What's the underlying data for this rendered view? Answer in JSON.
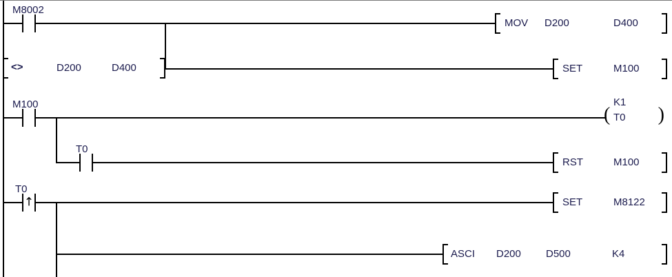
{
  "diagram": {
    "title": "PLC Ladder Logic Program",
    "type": "ladder-diagram",
    "colors": {
      "wire": "#000000",
      "text": "#1a1a4d",
      "background": "#ffffff",
      "border": "#777777"
    }
  },
  "rungs": [
    {
      "id": "rung-1",
      "contacts": [
        {
          "name": "M8002",
          "type": "normally-open"
        }
      ],
      "instruction": {
        "mnemonic": "MOV",
        "operands": [
          "D200",
          "D400"
        ]
      }
    },
    {
      "id": "rung-2",
      "compare": {
        "mnemonic": "<>",
        "operands": [
          "D200",
          "D400"
        ]
      },
      "instruction": {
        "mnemonic": "SET",
        "operands": [
          "M100"
        ]
      }
    },
    {
      "id": "rung-3",
      "contacts": [
        {
          "name": "M100",
          "type": "normally-open"
        }
      ],
      "coil": {
        "name": "T0",
        "preset": "K1"
      }
    },
    {
      "id": "rung-4",
      "contacts": [
        {
          "name": "T0",
          "type": "normally-open"
        }
      ],
      "instruction": {
        "mnemonic": "RST",
        "operands": [
          "M100"
        ]
      }
    },
    {
      "id": "rung-5",
      "contacts": [
        {
          "name": "T0",
          "type": "rising-edge",
          "glyph": "↑"
        }
      ],
      "instruction": {
        "mnemonic": "SET",
        "operands": [
          "M8122"
        ]
      }
    },
    {
      "id": "rung-6",
      "instruction": {
        "mnemonic": "ASCI",
        "operands": [
          "D200",
          "D500",
          "K4"
        ]
      }
    }
  ],
  "labels": {
    "m8002": "M8002",
    "m100_contact": "M100",
    "t0_contact_r4": "T0",
    "t0_contact_r5": "T0",
    "k1": "K1",
    "coil_t0": "T0",
    "mov": "MOV",
    "mov_op1": "D200",
    "mov_op2": "D400",
    "cmp": "<>",
    "cmp_op1": "D200",
    "cmp_op2": "D400",
    "set1": "SET",
    "set1_op1": "M100",
    "rst": "RST",
    "rst_op1": "M100",
    "set2": "SET",
    "set2_op1": "M8122",
    "asci": "ASCI",
    "asci_op1": "D200",
    "asci_op2": "D500",
    "asci_op3": "K4",
    "edge_arrow": "↑"
  }
}
